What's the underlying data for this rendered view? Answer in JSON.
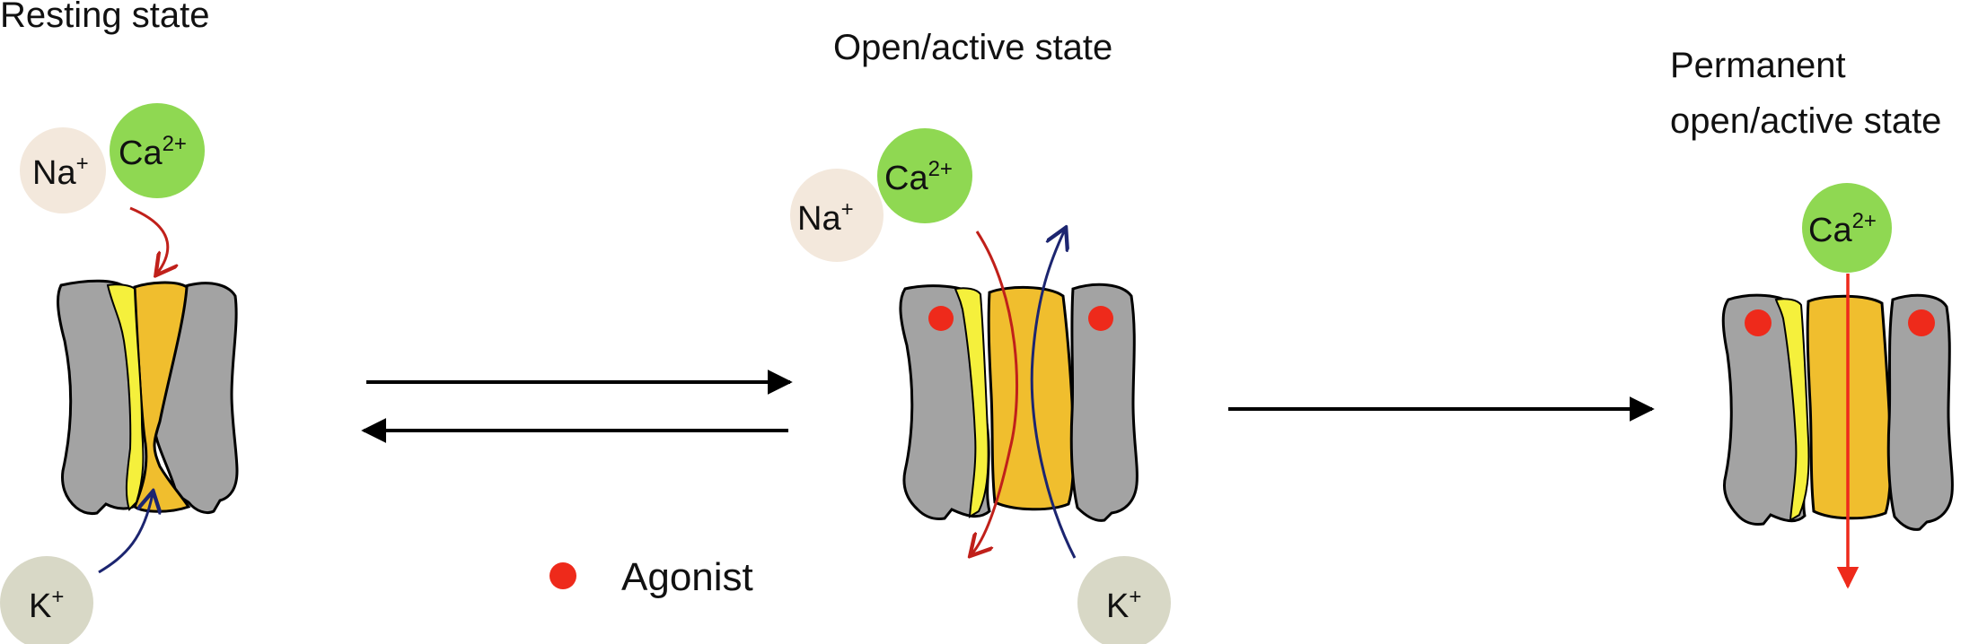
{
  "states": {
    "resting": {
      "title": "Resting state"
    },
    "open": {
      "title": "Open/active state"
    },
    "permanent": {
      "title_line1": "Permanent",
      "title_line2": "open/active state"
    }
  },
  "ions": {
    "na": {
      "base": "Na",
      "sup": "+"
    },
    "ca": {
      "base": "Ca",
      "sup": "2+"
    },
    "k": {
      "base": "K",
      "sup": "+"
    }
  },
  "legend": {
    "agonist_label": "Agonist"
  },
  "colors": {
    "subunit_gray": "#a3a3a3",
    "pore_orange": "#f0be2e",
    "helix_yellow": "#f5f03c",
    "agonist_red": "#ee2a1b",
    "ca_green": "#8fd852",
    "na_beige": "#f3e8dc",
    "k_gray": "#d8d8c6",
    "arrow_red": "#c0201a",
    "arrow_navy": "#1c2570"
  }
}
